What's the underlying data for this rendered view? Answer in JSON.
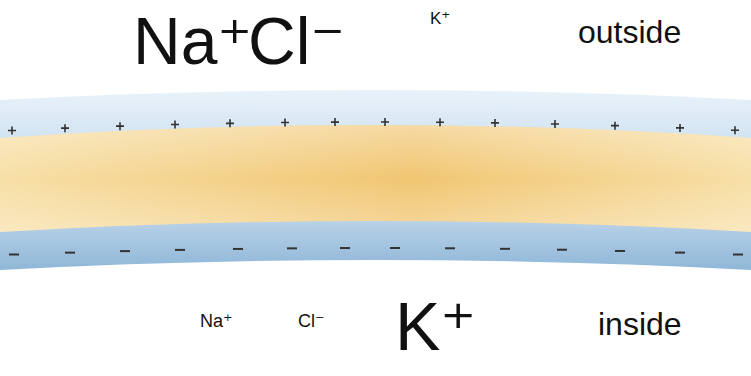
{
  "diagram": {
    "labels": [
      "Na⁺",
      "Cl⁻",
      "K⁺",
      "outside",
      "Na⁺",
      "Cl⁻",
      "K⁺",
      "inside"
    ]
  }
}
